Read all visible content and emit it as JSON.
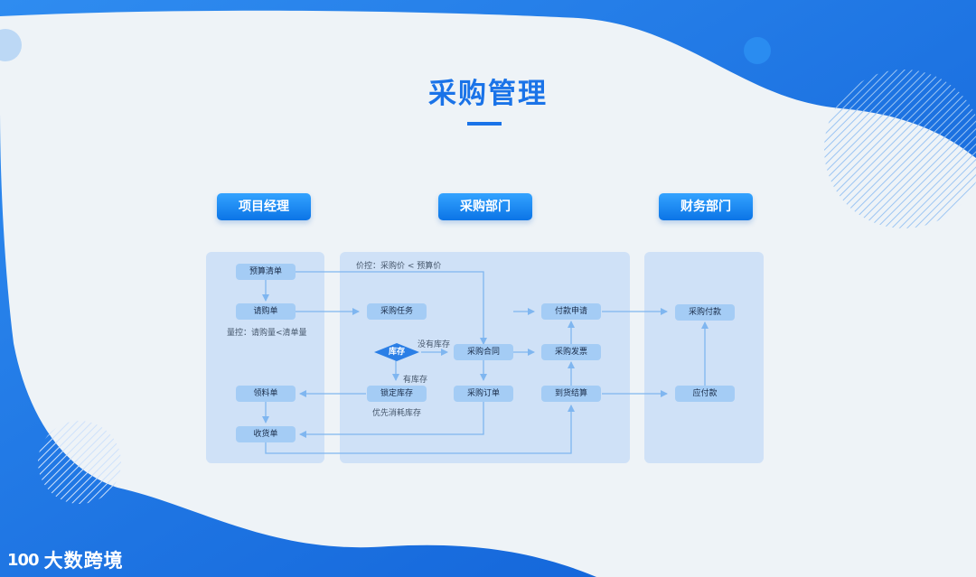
{
  "title": "采购管理",
  "departments": [
    "项目经理",
    "采购部门",
    "财务部门"
  ],
  "nodes": {
    "budget_list": "预算清单",
    "requisition": "请购单",
    "purchase_task": "采购任务",
    "inventory": "库存",
    "purchase_contract": "采购合同",
    "lock_inventory": "锁定库存",
    "purchase_order": "采购订单",
    "payment_request": "付款申请",
    "purchase_invoice": "采购发票",
    "arrival_settlement": "到货结算",
    "material_requisition": "领料单",
    "receipt": "收货单",
    "purchase_payment": "采购付款",
    "payable": "应付款"
  },
  "notes": {
    "price_control": "价控：采购价 < 预算价",
    "quantity_control": "量控：请购量<清单量",
    "no_inventory": "没有库存",
    "has_inventory": "有库存",
    "consume_first": "优先消耗库存"
  },
  "logo": {
    "mark": "100",
    "text": "大数跨境"
  },
  "colors": {
    "accent": "#1a73e8",
    "node": "#a4ccf5",
    "lane": "#cfe1f7",
    "arrow": "#7fb6f0"
  }
}
